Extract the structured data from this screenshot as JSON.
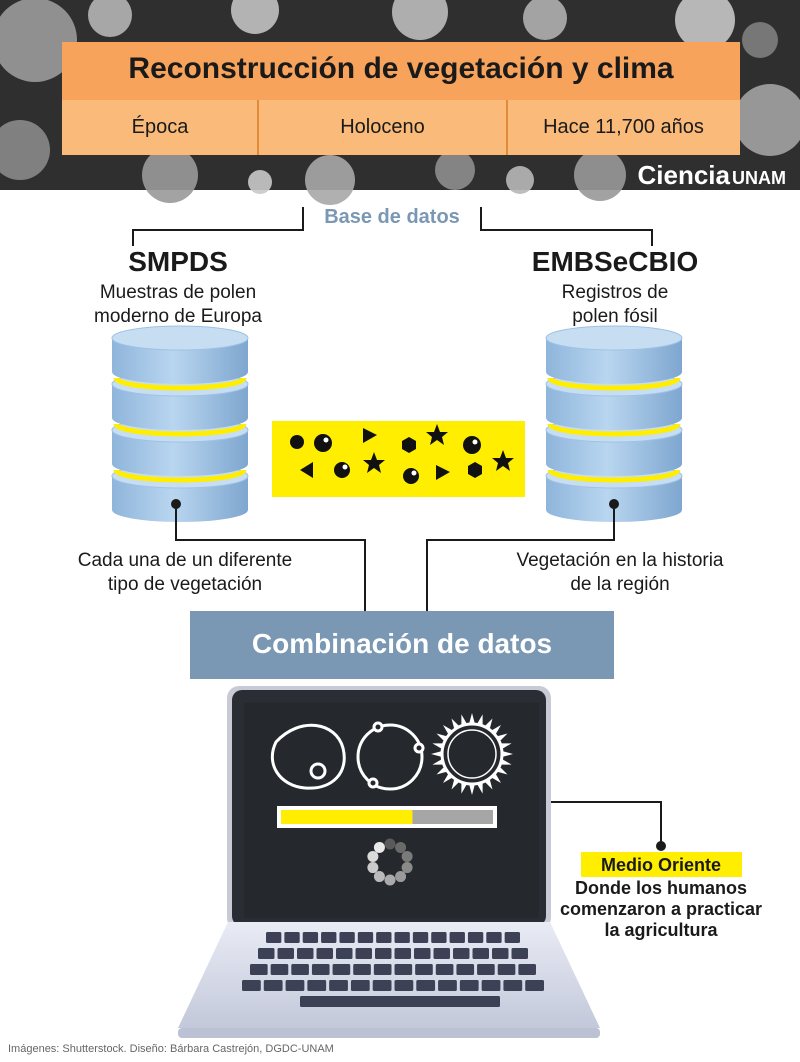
{
  "header": {
    "title": "Reconstrucción de vegetación y clima",
    "epoch_label": "Época",
    "epoch_value": "Holoceno",
    "epoch_age": "Hace 11,700 años",
    "brand_primary": "Ciencia",
    "brand_secondary": "UNAM"
  },
  "database_label": "Base de datos",
  "left_db": {
    "name": "SMPDS",
    "desc_line1": "Muestras de polen",
    "desc_line2": "moderno de Europa",
    "note_line1": "Cada una de un diferente",
    "note_line2": "tipo de vegetación"
  },
  "right_db": {
    "name": "EMBSeCBIO",
    "desc_line1": "Registros de",
    "desc_line2": "polen fósil",
    "note_line1": "Vegetación en la historia",
    "note_line2": "de la región"
  },
  "combination_label": "Combinación de datos",
  "laptop": {
    "progress": 0.62
  },
  "callout": {
    "title": "Medio Oriente",
    "line1": "Donde los humanos",
    "line2": "comenzaron a practicar",
    "line3": "la agricultura"
  },
  "credits": "Imágenes: Shutterstock. Diseño: Bárbara Castrejón, DGDC-UNAM",
  "colors": {
    "orange": "#f7a35c",
    "accent_blue": "#7a98b3",
    "yellow": "#ffee00",
    "db_blue": "#9ec2e6",
    "dark": "#1a1a1a"
  }
}
